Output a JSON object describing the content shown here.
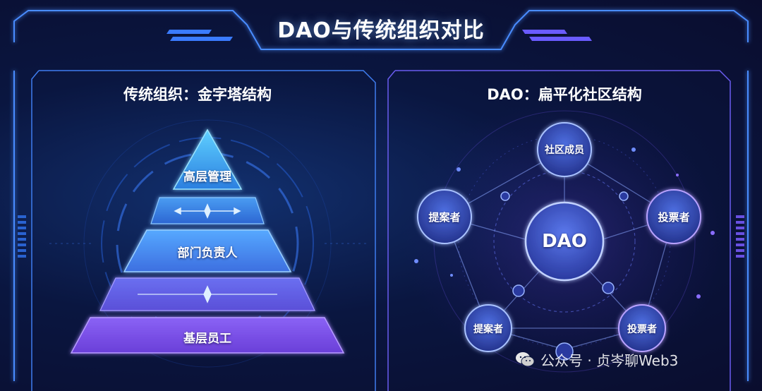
{
  "title": "DAO与传统组织对比",
  "left_panel": {
    "heading": "传统组织：金字塔结构",
    "levels": [
      "高层管理",
      "部门负责人",
      "基层员工"
    ]
  },
  "right_panel": {
    "heading": "DAO：扁平化社区结构",
    "center": "DAO",
    "nodes": [
      "社区成员",
      "提案者",
      "投票者",
      "提案者",
      "投票者"
    ]
  },
  "watermark": {
    "icon": "wechat-icon",
    "text": "公众号 · 贞岑聊Web3"
  },
  "colors": {
    "background": "#0a1640",
    "pyramid_top": "#4fb6ff",
    "pyramid_bottom": "#8a55f0",
    "node_fill": "#3a52c8",
    "node_glow": "#7fa8ff"
  }
}
